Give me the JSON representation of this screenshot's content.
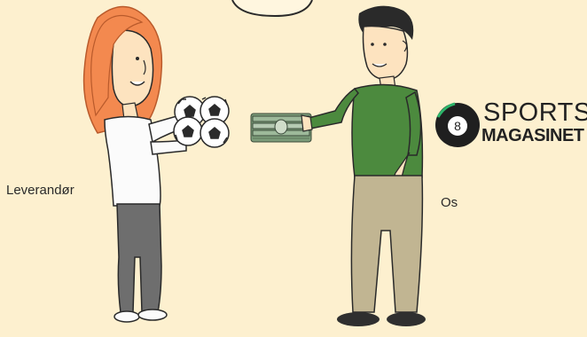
{
  "labels": {
    "supplier": "Leverandør",
    "us": "Os"
  },
  "logo": {
    "word1": "SPORTS",
    "word2": "MAGASINET",
    "ball_number": "8",
    "icon": "eight-ball-icon"
  },
  "colors": {
    "background": "#fdf0cf",
    "hair": "#f3894f",
    "shirt_green": "#4c8a3e",
    "trousers_khaki": "#c1b592",
    "trousers_grey": "#6e6e6e",
    "skin": "#fde3bf",
    "money_green": "#7d9d7b",
    "logo_accent": "#2cb56a"
  }
}
